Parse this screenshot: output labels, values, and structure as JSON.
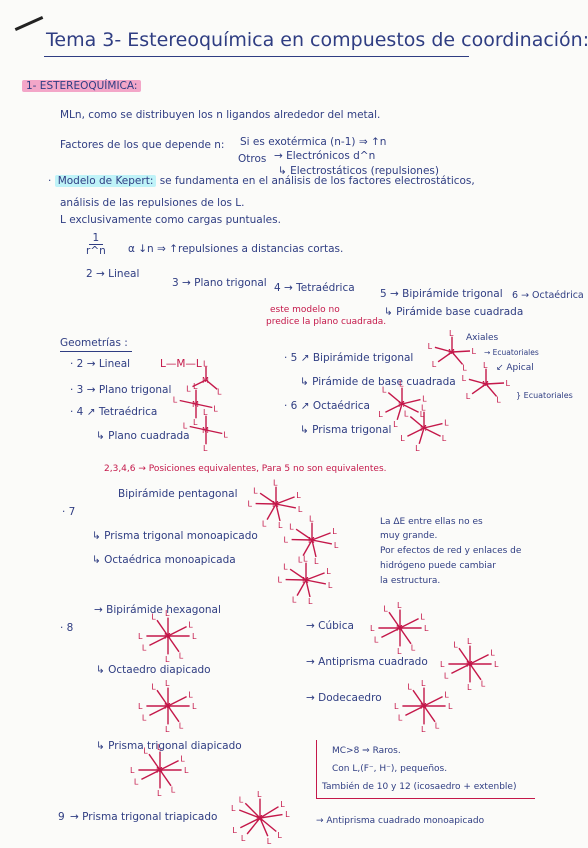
{
  "header": {
    "title": "Tema 3- Estereoquímica en compuestos de coordinación:"
  },
  "section1": {
    "heading": "1- ESTEREOQUÍMICA:",
    "ml_line": "MLn, como se distribuyen los n ligandos alrededor del metal.",
    "factors_label": "Factores de los que depende n:",
    "factor_1": "Si es exotérmica (n-1) ⇒ ↑n",
    "factor_2_label": "Otros",
    "factor_2a": "→ Electrónicos d^n",
    "factor_2b": "↳ Electrostáticos (repulsiones)",
    "kepert_label": "Modelo de Kepert:",
    "kepert_text_1": "se fundamenta en el análisis de los factores electrostáticos,",
    "kepert_text_2": "análisis de las repulsiones de los L.",
    "kepert_text_3": "L exclusivamente como cargas puntuales.",
    "inverse_frac_num": "1",
    "inverse_frac_den": "r^n",
    "inverse_text": "α ↓n ⇒ ↑repulsiones a distancias cortas.",
    "n2": "2 → Lineal",
    "n3": "3 → Plano trigonal",
    "n4": "4 → Tetraédrica",
    "n5": "5 → Bipirámide trigonal",
    "n5b": "↳ Pirámide base cuadrada",
    "n6": "6 → Octaédrica",
    "kepert_note_1": "este modelo no",
    "kepert_note_2": "predice la plano cuadrada."
  },
  "geometries": {
    "heading": "Geometrías :",
    "g2": "· 2 → Lineal",
    "g2_formula": "L—M—L",
    "g3": "· 3 → Plano trigonal",
    "g4a": "· 4 ↗ Tetraédrica",
    "g4b": "↳ Plano cuadrada",
    "g5a": "· 5 ↗ Bipirámide trigonal",
    "g5b": "↳ Pirámide de base cuadrada",
    "g6a": "· 6 ↗ Octaédrica",
    "g6b": "↳ Prisma trigonal",
    "axial_label": "Axiales",
    "equatorial_label": "→ Ecuatoriales",
    "apical_label": "↙ Apical",
    "equatorial_label_2": "} Ecuatoriales",
    "equivalent_note": "2,3,4,6 → Posiciones equivalentes, Para 5 no son equivalentes.",
    "g7_label": "· 7",
    "g7a": "Bipirámide pentagonal",
    "g7b": "↳ Prisma trigonal monoapicado",
    "g7c": "↳ Octaédrica monoapicada",
    "g7_note_1": "La ΔE entre ellas no es",
    "g7_note_2": "muy grande.",
    "g7_note_3": "Por efectos de red y enlaces de",
    "g7_note_4": "hidrógeno puede cambiar",
    "g7_note_5": "la estructura.",
    "g8_label": "· 8",
    "g8a": "→ Bipirámide hexagonal",
    "g8b": "↳ Octaedro diapicado",
    "g8c": "↳ Prisma trigonal diapicado",
    "g8d": "→ Cúbica",
    "g8e": "→ Antiprisma cuadrado",
    "g8f": "→ Dodecaedro",
    "box_1": "MC>8 ⇒ Raros.",
    "box_2": "Con L,(F⁻, H⁻), pequeños.",
    "box_3": "También de 10 y 12 (icosaedro + extenble)",
    "g9_label": "9",
    "g9a": "→ Prisma trigonal triapicado",
    "g9b": "→ Antiprisma cuadrado monoapicado"
  },
  "atoms": {
    "metal": "M",
    "ligand": "L"
  },
  "colors": {
    "ink_blue": "#2f3d82",
    "ink_red": "#c4184a",
    "highlight_pink": "#f3a6c8",
    "highlight_cyan": "#bff3f8"
  }
}
